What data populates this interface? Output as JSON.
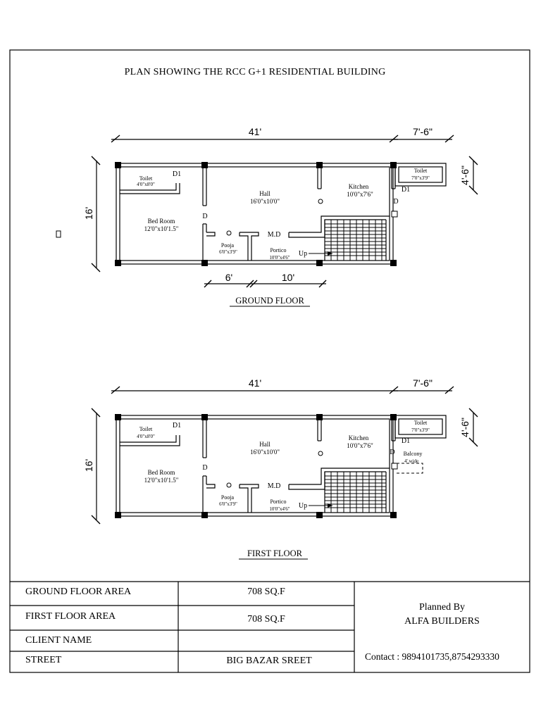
{
  "title": "PLAN SHOWING THE RCC G+1 RESIDENTIAL BUILDING",
  "ground_floor": {
    "caption": "GROUND FLOOR",
    "dim_length": "41'",
    "dim_ext": "7'-6\"",
    "dim_width": "16'",
    "dim_ext_width": "4'-6\"",
    "dim_left_sub": "6'",
    "dim_right_sub": "10'",
    "toilet_left": {
      "name": "Toilet",
      "size": "4'0\"x8'0\""
    },
    "bed_room": {
      "name": "Bed Room",
      "size": "12'0\"x10'1.5\""
    },
    "hall": {
      "name": "Hall",
      "size": "16'0\"x10'0\""
    },
    "kitchen": {
      "name": "Kitchen",
      "size": "10'0\"x7'6\""
    },
    "toilet_right": {
      "name": "Toilet",
      "size": "7'0\"x3'9\""
    },
    "pooja": {
      "name": "Pooja",
      "size": "6'0\"x3'9\""
    },
    "portico": {
      "name": "Portico",
      "size": "10'0\"x4'6\""
    },
    "door_d1_left": "D1",
    "door_d1_right": "D1",
    "door_d_bed": "D",
    "door_d_kitchen": "D",
    "main_door": "M.D",
    "stair_up": "Up"
  },
  "first_floor": {
    "caption": "FIRST FLOOR",
    "dim_length": "41'",
    "dim_ext": "7'-6\"",
    "dim_width": "16'",
    "dim_ext_width": "4'-6\"",
    "toilet_left": {
      "name": "Toilet",
      "size": "4'0\"x8'0\""
    },
    "bed_room": {
      "name": "Bed Room",
      "size": "12'0\"x10'1.5\""
    },
    "hall": {
      "name": "Hall",
      "size": "16'0\"x10'0\""
    },
    "kitchen": {
      "name": "Kitchen",
      "size": "10'0\"x7'6\""
    },
    "toilet_right": {
      "name": "Toilet",
      "size": "7'0\"x3'9\""
    },
    "pooja": {
      "name": "Pooja",
      "size": "6'0\"x3'9\""
    },
    "portico": {
      "name": "Portico",
      "size": "10'0\"x4'6\""
    },
    "balcony": {
      "name": "Balcony",
      "size": "4' wide"
    },
    "door_d1_left": "D1",
    "door_d1_right": "D1",
    "door_d_bed": "D",
    "door_d_kitchen": "D",
    "main_door": "M.D",
    "stair_up": "Up"
  },
  "title_block": {
    "ground_floor_area_label": "GROUND FLOOR AREA",
    "ground_floor_area_value": "708 SQ.F",
    "first_floor_area_label": "FIRST FLOOR AREA",
    "first_floor_area_value": "708 SQ.F",
    "client_name_label": "CLIENT NAME",
    "client_name_value": "",
    "street_label": "STREET",
    "street_value": "BIG BAZAR SREET",
    "planned_by_label": "Planned By",
    "planned_by_value": "ALFA BUILDERS",
    "contact": "Contact : 9894101735,8754293330"
  }
}
